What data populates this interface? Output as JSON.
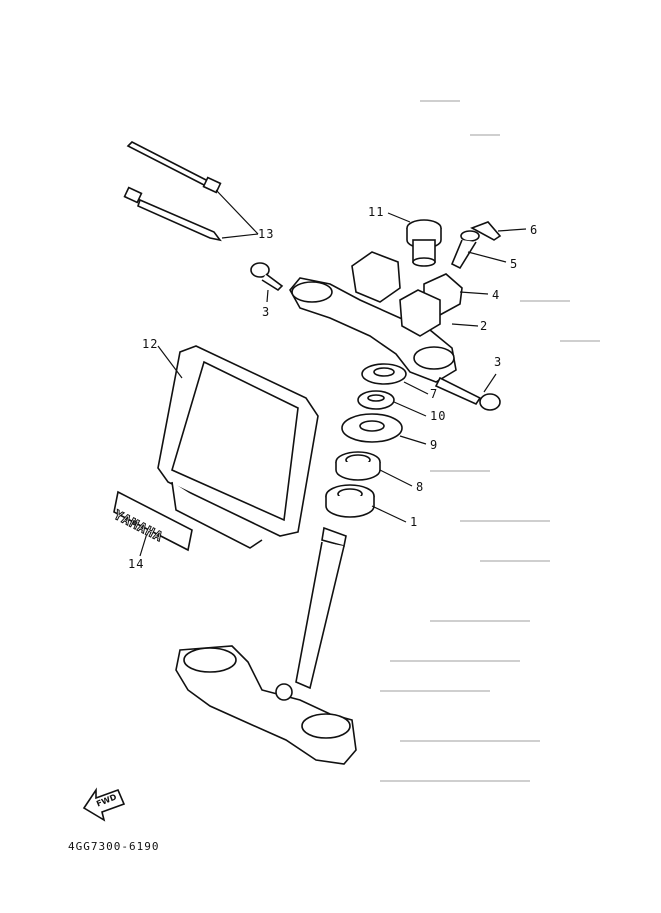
{
  "diagram": {
    "labels": [
      {
        "key": "n1",
        "text": "1"
      },
      {
        "key": "n2",
        "text": "2"
      },
      {
        "key": "n3a",
        "text": "3"
      },
      {
        "key": "n3b",
        "text": "3"
      },
      {
        "key": "n4",
        "text": "4"
      },
      {
        "key": "n5",
        "text": "5"
      },
      {
        "key": "n6",
        "text": "6"
      },
      {
        "key": "n7",
        "text": "7"
      },
      {
        "key": "n8",
        "text": "8"
      },
      {
        "key": "n9",
        "text": "9"
      },
      {
        "key": "n10",
        "text": "10"
      },
      {
        "key": "n11",
        "text": "11"
      },
      {
        "key": "n12",
        "text": "12"
      },
      {
        "key": "n13",
        "text": "13"
      },
      {
        "key": "n14",
        "text": "14"
      }
    ],
    "emblem_text": "YAMAHA",
    "fwd_text": "FWD",
    "drawing_code": "4GG7300-6190"
  }
}
